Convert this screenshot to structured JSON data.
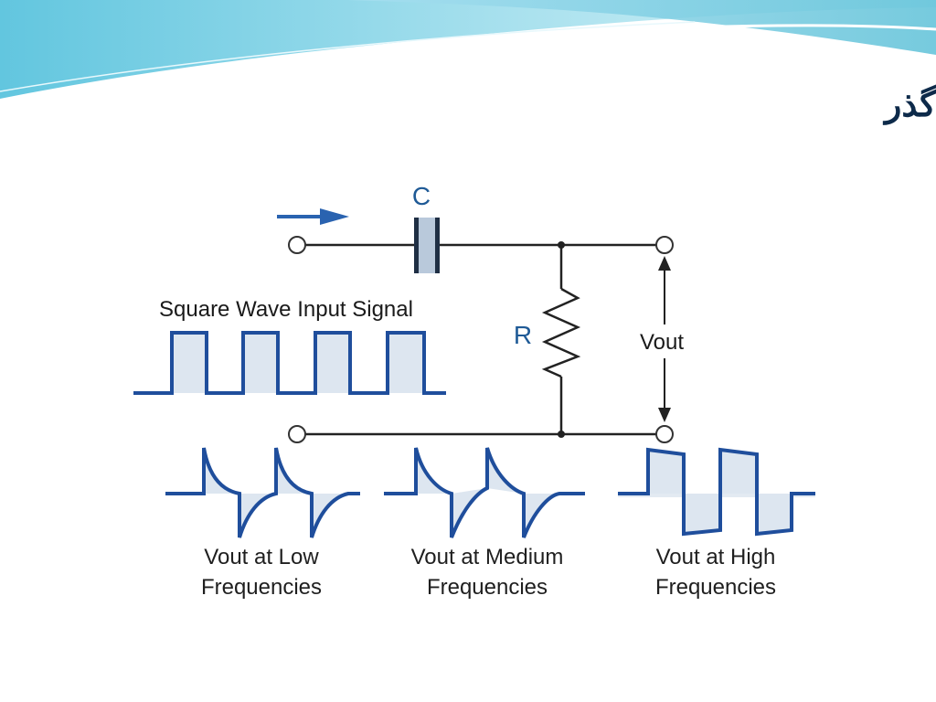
{
  "slide": {
    "title": "مدار RC : فیلتر بالا گذر"
  },
  "circuit": {
    "capacitor_label": "C",
    "resistor_label": "R",
    "output_label": "Vout"
  },
  "input_signal": {
    "label": "Square Wave Input Signal"
  },
  "outputs": [
    {
      "line1": "Vout at Low",
      "line2": "Frequencies"
    },
    {
      "line1": "Vout at Medium",
      "line2": "Frequencies"
    },
    {
      "line1": "Vout at High",
      "line2": "Frequencies"
    }
  ],
  "colors": {
    "wave_blue": "#1f4e9c",
    "wave_fill": "#dde6f0",
    "arrow_blue": "#2a63b0",
    "wire": "#222222",
    "title": "#0d2a4a",
    "banner_light": "#c9ecf5",
    "banner_dark": "#5cc3db"
  }
}
